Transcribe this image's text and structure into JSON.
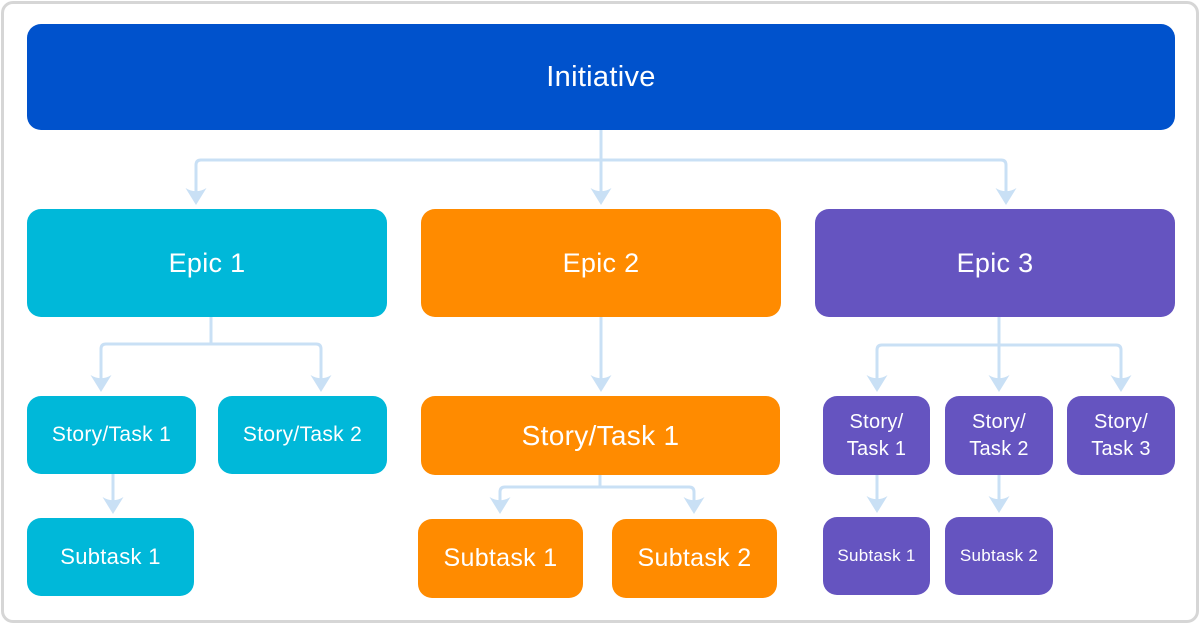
{
  "palette": {
    "initiative_blue": "#0052CC",
    "epic1_cyan": "#00B8D9",
    "epic2_orange": "#FF8B00",
    "epic3_purple": "#6554C0",
    "connector_light_blue": "#C9E0F5",
    "label_text": "#FFFFFF",
    "frame_border": "#D6D6D6"
  },
  "hierarchy": {
    "initiative": {
      "label": "Initiative"
    },
    "epics": [
      {
        "label": "Epic 1",
        "stories": [
          {
            "label": "Story/Task 1",
            "subtasks": [
              {
                "label": "Subtask 1"
              }
            ]
          },
          {
            "label": "Story/Task 2",
            "subtasks": []
          }
        ]
      },
      {
        "label": "Epic 2",
        "stories": [
          {
            "label": "Story/Task 1",
            "subtasks": [
              {
                "label": "Subtask 1"
              },
              {
                "label": "Subtask 2"
              }
            ]
          }
        ]
      },
      {
        "label": "Epic 3",
        "stories": [
          {
            "label": "Story/\nTask 1",
            "subtasks": [
              {
                "label": "Subtask 1"
              }
            ]
          },
          {
            "label": "Story/\nTask 2",
            "subtasks": [
              {
                "label": "Subtask 2"
              }
            ]
          },
          {
            "label": "Story/\nTask 3",
            "subtasks": []
          }
        ]
      }
    ]
  }
}
